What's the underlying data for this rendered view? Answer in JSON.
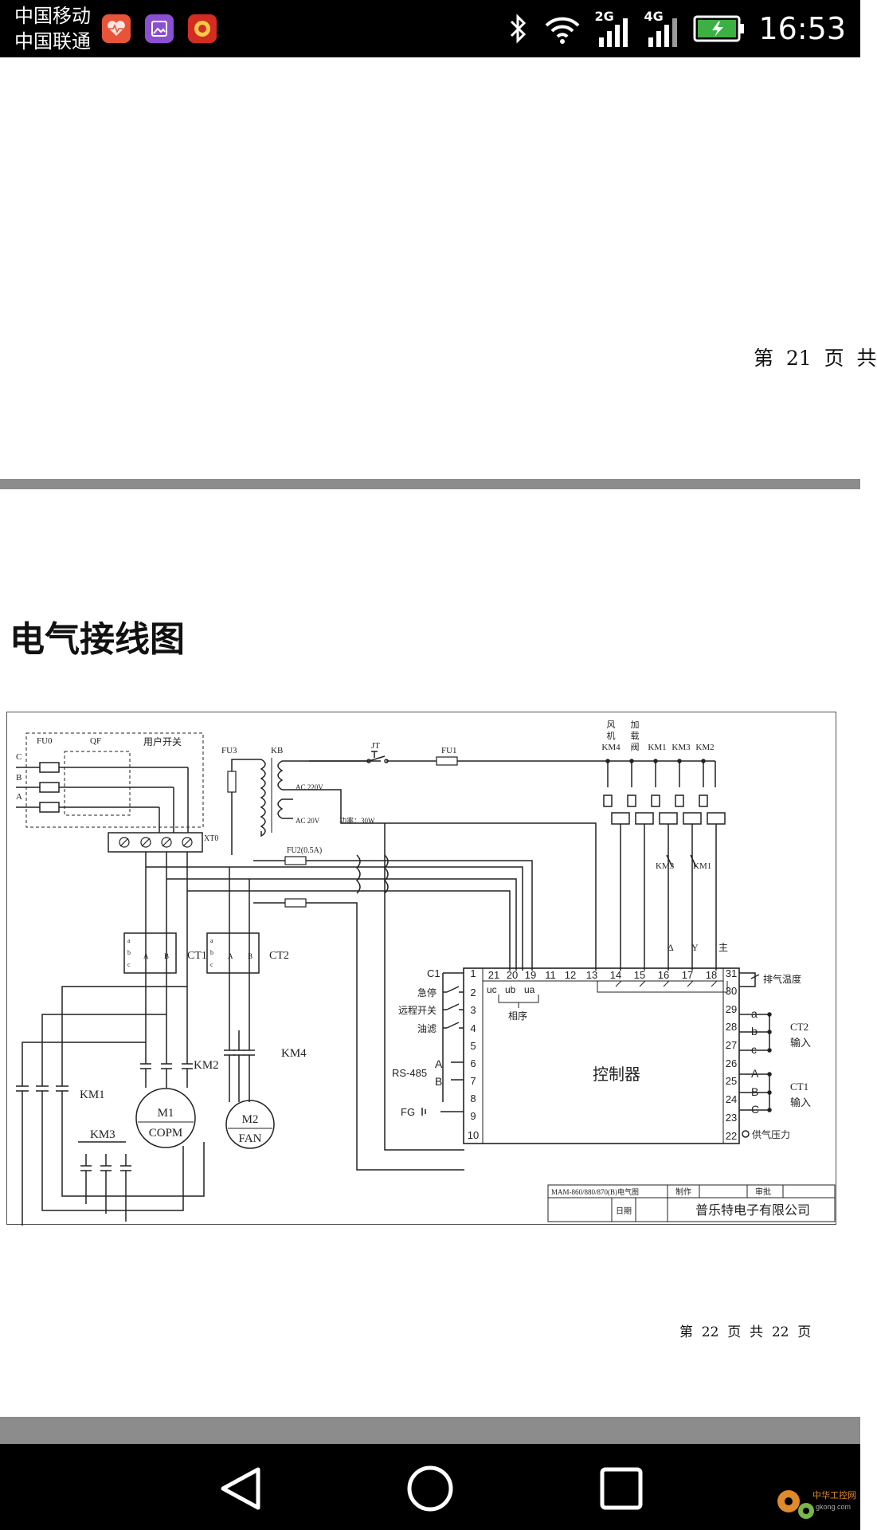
{
  "status_bar": {
    "carrier_1": "中国移动",
    "carrier_2": "中国联通",
    "net_2g": "2G",
    "net_4g": "4G",
    "time": "16:53",
    "app_icons": [
      "health-app-icon",
      "gallery-app-icon",
      "game-app-icon"
    ]
  },
  "page21_footer": "第  21  页  共",
  "page22_footer": "第  22  页  共  22  页",
  "section_title": "电气接线图",
  "diagram": {
    "fu0": "FU0",
    "qf": "QF",
    "user_switch": "用户开关",
    "phase_c": "C",
    "phase_b": "B",
    "phase_a": "A",
    "xt0": "XT0",
    "fu3": "FU3",
    "kb": "KB",
    "jt": "JT",
    "fu1": "FU1",
    "ac220": "AC 220V",
    "ac20": "AC 20V",
    "power": "功率：30W",
    "fu2": "FU2(0.5A)",
    "fan_km4": [
      "风",
      "机",
      "KM4"
    ],
    "load_valve": [
      "加",
      "载",
      "阀"
    ],
    "km1": "KM1",
    "km3": "KM3",
    "km2": "KM2",
    "km4": "KM4",
    "ct1": "CT1",
    "ct2": "CT2",
    "ct_abc": [
      "a",
      "b",
      "c"
    ],
    "ct_ab": [
      "A",
      "B"
    ],
    "delta": "Δ",
    "star": "Y",
    "main": "主",
    "c1": "C1",
    "emergency_stop": "急停",
    "remote_switch": "远程开关",
    "oil_filter": "油滤",
    "rs485": "RS-485",
    "rs_a": "A",
    "rs_b": "B",
    "fg": "FG",
    "phase_labels": [
      "uc",
      "ub",
      "ua"
    ],
    "phase_seq": "相序",
    "controller": "控制器",
    "top_terminals": [
      "21",
      "20",
      "19",
      "11",
      "12",
      "13",
      "14",
      "15",
      "16",
      "17",
      "18"
    ],
    "left_terminals": [
      "1",
      "2",
      "3",
      "4",
      "5",
      "6",
      "7",
      "8",
      "9",
      "10"
    ],
    "right_terminals": [
      "31",
      "30",
      "29",
      "28",
      "27",
      "26",
      "25",
      "24",
      "23",
      "22"
    ],
    "exhaust_temp": "排气温度",
    "ct2_in_label": [
      "CT2",
      "输入"
    ],
    "ct1_in_label": [
      "CT1",
      "输入"
    ],
    "ct2_inputs": [
      "a",
      "b",
      "c"
    ],
    "ct1_inputs": [
      "A",
      "B",
      "C"
    ],
    "supply_pressure": "供气压力",
    "m1": "M1",
    "copm": "COPM",
    "m2": "M2",
    "fan": "FAN",
    "title_block": {
      "model": "MAM-860/880/870(B)电气图",
      "made": "制作",
      "approve": "审批",
      "date": "日期",
      "company": "普乐特电子有限公司"
    }
  },
  "watermark": "中华工控网",
  "watermark_sub": "gkong.com"
}
